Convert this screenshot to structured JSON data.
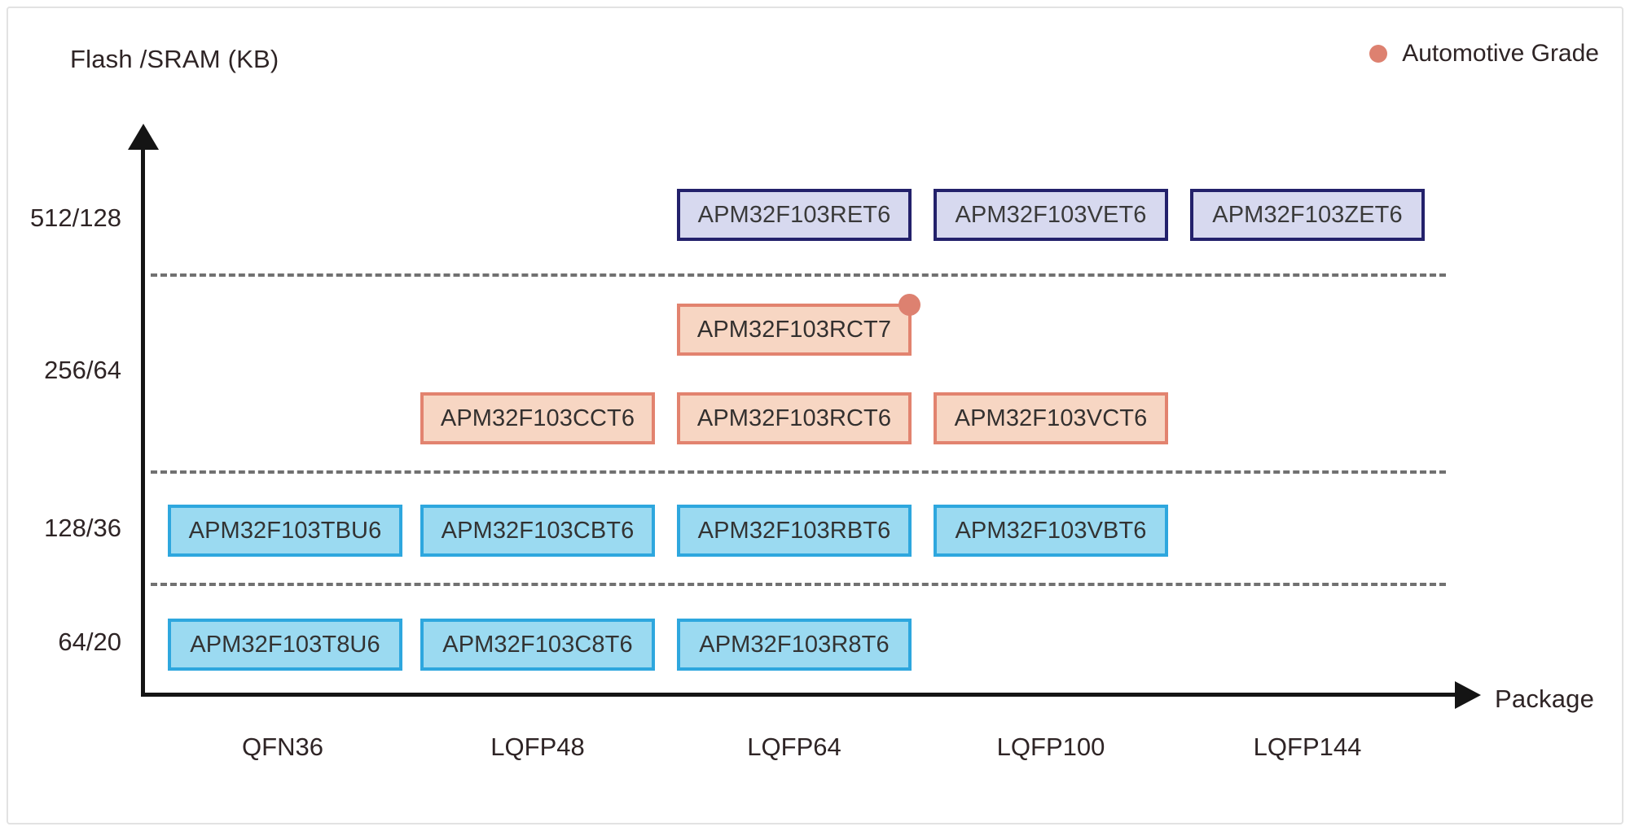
{
  "chart_data": {
    "type": "table",
    "title": "",
    "ylabel": "Flash /SRAM (KB)",
    "xlabel": "Package",
    "grid": true,
    "legend_position": "top-right",
    "legend": [
      {
        "label": "Automotive Grade",
        "color": "#dd8170",
        "marker": "dot"
      }
    ],
    "categories": [
      "QFN36",
      "LQFP48",
      "LQFP64",
      "LQFP100",
      "LQFP144"
    ],
    "yticks": [
      "512/128",
      "256/64",
      "128/36",
      "64/20"
    ],
    "series": [
      {
        "name": "512/128",
        "color_fill": "#d7d9ef",
        "color_border": "#23216b",
        "items": [
          {
            "package": "LQFP64",
            "label": "APM32F103RET6",
            "automotive": false
          },
          {
            "package": "LQFP100",
            "label": "APM32F103VET6",
            "automotive": false
          },
          {
            "package": "LQFP144",
            "label": "APM32F103ZET6",
            "automotive": false
          }
        ]
      },
      {
        "name": "256/64-automotive",
        "color_fill": "#f7d6c3",
        "color_border": "#e2836f",
        "items": [
          {
            "package": "LQFP64",
            "label": "APM32F103RCT7",
            "automotive": true
          }
        ]
      },
      {
        "name": "256/64",
        "color_fill": "#f7d6c3",
        "color_border": "#e2836f",
        "items": [
          {
            "package": "LQFP48",
            "label": "APM32F103CCT6",
            "automotive": false
          },
          {
            "package": "LQFP64",
            "label": "APM32F103RCT6",
            "automotive": false
          },
          {
            "package": "LQFP100",
            "label": "APM32F103VCT6",
            "automotive": false
          }
        ]
      },
      {
        "name": "128/36",
        "color_fill": "#9bdaf1",
        "color_border": "#2ea7de",
        "items": [
          {
            "package": "QFN36",
            "label": "APM32F103TBU6",
            "automotive": false
          },
          {
            "package": "LQFP48",
            "label": "APM32F103CBT6",
            "automotive": false
          },
          {
            "package": "LQFP64",
            "label": "APM32F103RBT6",
            "automotive": false
          },
          {
            "package": "LQFP100",
            "label": "APM32F103VBT6",
            "automotive": false
          }
        ]
      },
      {
        "name": "64/20",
        "color_fill": "#9bdaf1",
        "color_border": "#2ea7de",
        "items": [
          {
            "package": "QFN36",
            "label": "APM32F103T8U6",
            "automotive": false
          },
          {
            "package": "LQFP48",
            "label": "APM32F103C8T6",
            "automotive": false
          },
          {
            "package": "LQFP64",
            "label": "APM32F103R8T6",
            "automotive": false
          }
        ]
      }
    ]
  },
  "axis": {
    "y_title": "Flash /SRAM (KB)",
    "x_title": "Package"
  },
  "legend": {
    "automotive_label": "Automotive Grade",
    "automotive_color": "#dd8170"
  },
  "yticks": {
    "t0": "512/128",
    "t1": "256/64",
    "t2": "128/36",
    "t3": "64/20"
  },
  "xticks": {
    "c0": "QFN36",
    "c1": "LQFP48",
    "c2": "LQFP64",
    "c3": "LQFP100",
    "c4": "LQFP144"
  },
  "boxes": {
    "ret6": "APM32F103RET6",
    "vet6": "APM32F103VET6",
    "zet6": "APM32F103ZET6",
    "rct7": "APM32F103RCT7",
    "cct6": "APM32F103CCT6",
    "rct6": "APM32F103RCT6",
    "vct6": "APM32F103VCT6",
    "tbu6": "APM32F103TBU6",
    "cbt6": "APM32F103CBT6",
    "rbt6": "APM32F103RBT6",
    "vbt6": "APM32F103VBT6",
    "t8u6": "APM32F103T8U6",
    "c8t6": "APM32F103C8T6",
    "r8t6": "APM32F103R8T6"
  }
}
